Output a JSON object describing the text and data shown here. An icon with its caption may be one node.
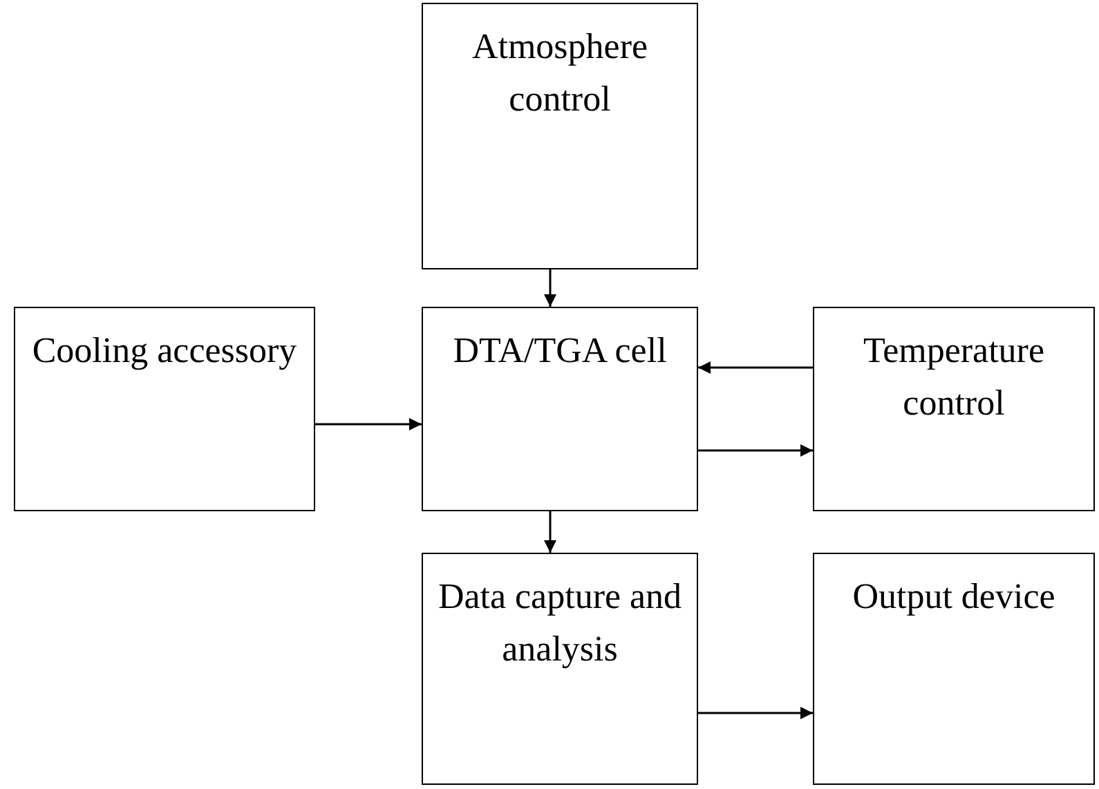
{
  "diagram": {
    "nodes": [
      {
        "text": [
          "Atmosphere control"
        ]
      },
      {
        "text": [
          "Cooling accessory"
        ]
      },
      {
        "text": [
          "DTA/TGA cell"
        ]
      },
      {
        "text": [
          "Temperature control"
        ]
      },
      {
        "text": [
          "Data capture and analysis"
        ]
      },
      {
        "text": [
          "Output device"
        ]
      }
    ],
    "edges": [
      {
        "from": 0,
        "to": 2,
        "arrow": "to"
      },
      {
        "from": 1,
        "to": 2,
        "arrow": "to"
      },
      {
        "from": 3,
        "to": 2,
        "arrow": "to"
      },
      {
        "from": 2,
        "to": 3,
        "arrow": "to"
      },
      {
        "from": 2,
        "to": 4,
        "arrow": "to"
      },
      {
        "from": 4,
        "to": 5,
        "arrow": "to"
      }
    ]
  }
}
